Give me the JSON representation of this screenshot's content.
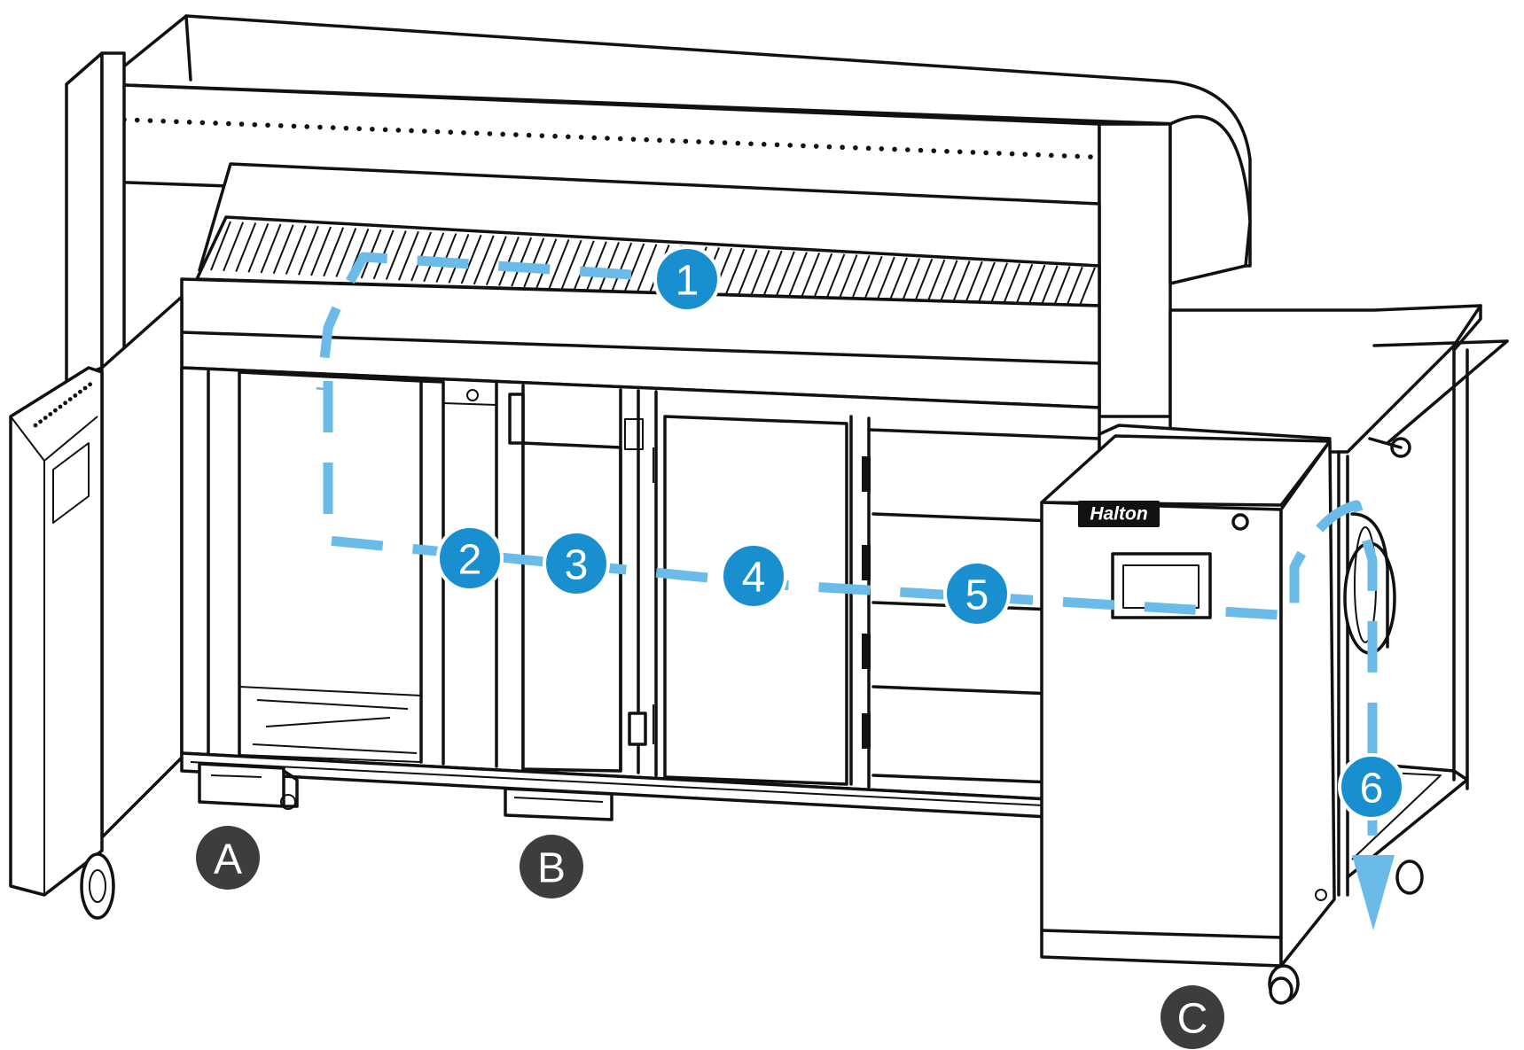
{
  "brand": {
    "logo_text": "Halton"
  },
  "flow_steps": [
    {
      "label": "1"
    },
    {
      "label": "2"
    },
    {
      "label": "3"
    },
    {
      "label": "4"
    },
    {
      "label": "5"
    },
    {
      "label": "6"
    }
  ],
  "components": [
    {
      "label": "A"
    },
    {
      "label": "B"
    },
    {
      "label": "C"
    }
  ],
  "colors": {
    "flow_path": "#6bbbe9",
    "flow_badge": "#1a8fd0",
    "component_badge": "#3d3d3d",
    "line_art": "#111111"
  }
}
